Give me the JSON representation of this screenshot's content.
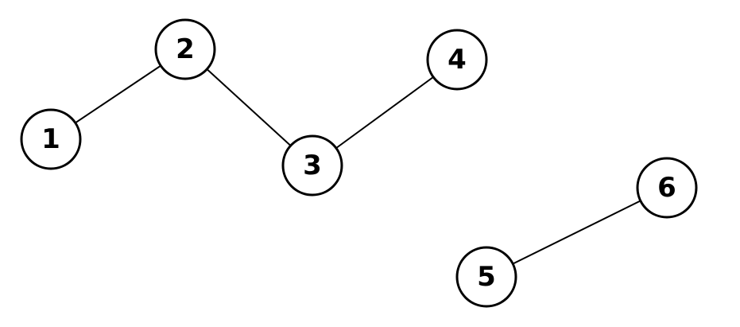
{
  "graph": {
    "nodes": [
      {
        "id": "1",
        "label": "1"
      },
      {
        "id": "2",
        "label": "2"
      },
      {
        "id": "3",
        "label": "3"
      },
      {
        "id": "4",
        "label": "4"
      },
      {
        "id": "5",
        "label": "5"
      },
      {
        "id": "6",
        "label": "6"
      }
    ],
    "edges": [
      {
        "from": "1",
        "to": "2"
      },
      {
        "from": "2",
        "to": "3"
      },
      {
        "from": "3",
        "to": "4"
      },
      {
        "from": "5",
        "to": "6"
      }
    ],
    "colors": {
      "stroke": "#000000",
      "fill": "#ffffff",
      "text": "#000000"
    }
  }
}
